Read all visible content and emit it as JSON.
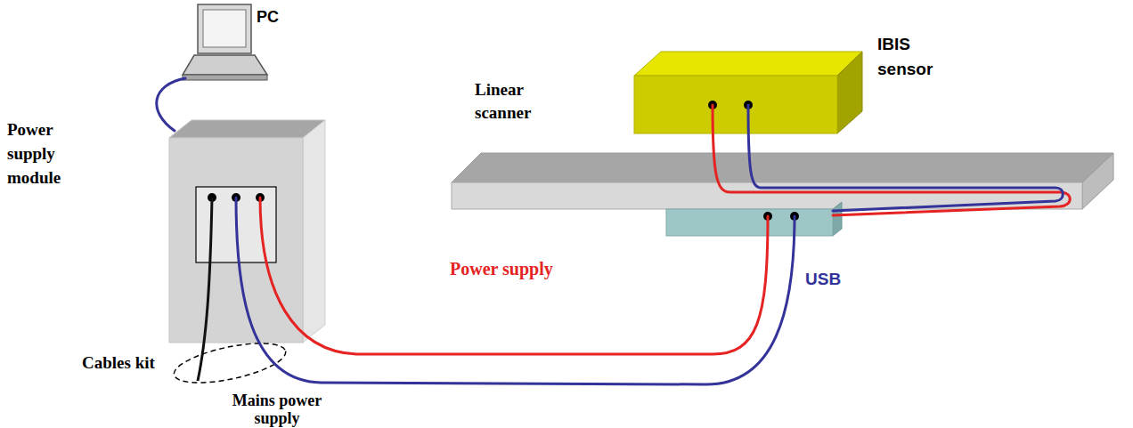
{
  "diagram": {
    "nodes": [
      {
        "text": [
          "PC"
        ]
      },
      {
        "text": [
          "Power supply module"
        ]
      },
      {
        "text": [
          "Linear scanner"
        ]
      },
      {
        "text": [
          "IBIS sensor"
        ]
      }
    ],
    "edges": [
      {
        "from": 0,
        "to": 1,
        "arrow": "none"
      },
      {
        "from": 1,
        "to": 2,
        "arrow": "none",
        "label": "Power supply"
      },
      {
        "from": 1,
        "to": 2,
        "arrow": "none",
        "label": "USB"
      },
      {
        "from": 2,
        "to": 3,
        "arrow": "none"
      },
      {
        "from": 2,
        "to": 3,
        "arrow": "none"
      }
    ],
    "labels": [
      "Cables kit",
      "Mains power supply"
    ]
  }
}
